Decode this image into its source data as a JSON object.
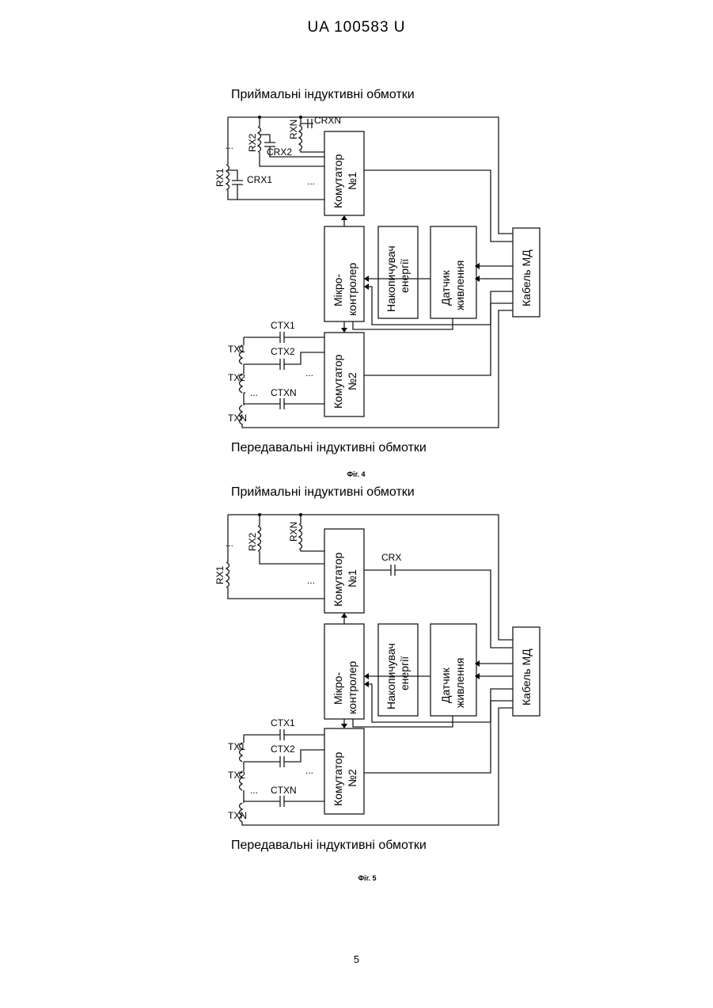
{
  "header": {
    "doc_id": "UA   100583   U"
  },
  "page_number": "5",
  "figures": [
    {
      "top_title": "Приймальні індуктивні обмотки",
      "bottom_title": "Передавальні індуктивні обмотки",
      "caption": "Фіг. 4",
      "blocks": {
        "commutator1": [
          "Комутатор",
          "№1"
        ],
        "commutator2": [
          "Комутатор",
          "№2"
        ],
        "microcontroller": [
          "Мікро-",
          "контролер"
        ],
        "storage": [
          "Накопичувач",
          "енергії"
        ],
        "sensor": [
          "Датчик",
          "живлення"
        ],
        "cable": "Кабель МД"
      },
      "labels": {
        "rx1": "RX1",
        "rx2": "RX2",
        "rxn": "RXN",
        "crx1": "CRX1",
        "crx2": "CRX2",
        "crxn": "CRXN",
        "tx1": "TX1",
        "tx2": "TX2",
        "txn": "TXN",
        "ctx1": "CTX1",
        "ctx2": "CTX2",
        "ctxn": "CTXN",
        "dots": "..."
      }
    },
    {
      "top_title": "Приймальні індуктивні обмотки",
      "bottom_title": "Передавальні індуктивні обмотки",
      "caption": "Фіг. 5",
      "blocks": {
        "commutator1": [
          "Комутатор",
          "№1"
        ],
        "commutator2": [
          "Комутатор",
          "№2"
        ],
        "microcontroller": [
          "Мікро-",
          "контролер"
        ],
        "storage": [
          "Накопичувач",
          "енергії"
        ],
        "sensor": [
          "Датчик",
          "живлення"
        ],
        "cable": "Кабель МД"
      },
      "labels": {
        "rx1": "RX1",
        "rx2": "RX2",
        "rxn": "RXN",
        "crx": "CRX",
        "tx1": "TX1",
        "tx2": "TX2",
        "txn": "TXN",
        "ctx1": "CTX1",
        "ctx2": "CTX2",
        "ctxn": "CTXN",
        "dots": "..."
      }
    }
  ]
}
